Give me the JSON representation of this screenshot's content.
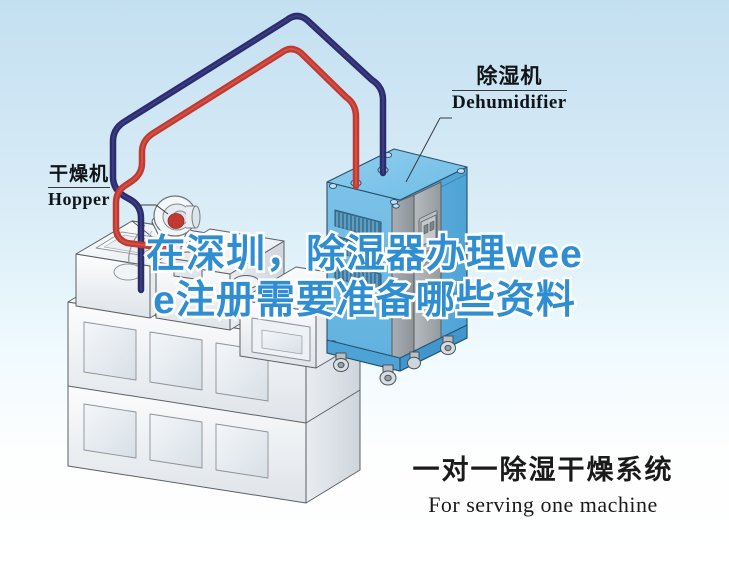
{
  "background": {
    "top_color": "#c3e0f1",
    "bottom_color": "#ffffff"
  },
  "palette": {
    "pipe_supply": "#c2392f",
    "pipe_return": "#2b2b6e",
    "machine_blue": "#6cb8e4",
    "machine_blue_dark": "#3f9ad4",
    "machine_grey": "#9aa1a6",
    "outline": "#2a2a2a",
    "overlay_text": "#2f8ed2",
    "overlay_stroke": "#ffffff"
  },
  "labels": {
    "dehumidifier": {
      "cn": "除湿机",
      "en": "Dehumidifier"
    },
    "hopper": {
      "cn": "干燥机",
      "en": "Hopper"
    }
  },
  "caption": {
    "cn": "一对一除湿干燥系统",
    "en": "For serving one machine"
  },
  "overlay": {
    "line1": "在深圳，除湿器办理wee",
    "line2": "e注册需要准备哪些资料"
  },
  "diagram": {
    "type": "isometric-equipment-illustration",
    "components": [
      "dehumidifier-unit",
      "drying-hopper",
      "injection-molding-machine",
      "supply-hose-red",
      "return-hose-navy"
    ]
  }
}
